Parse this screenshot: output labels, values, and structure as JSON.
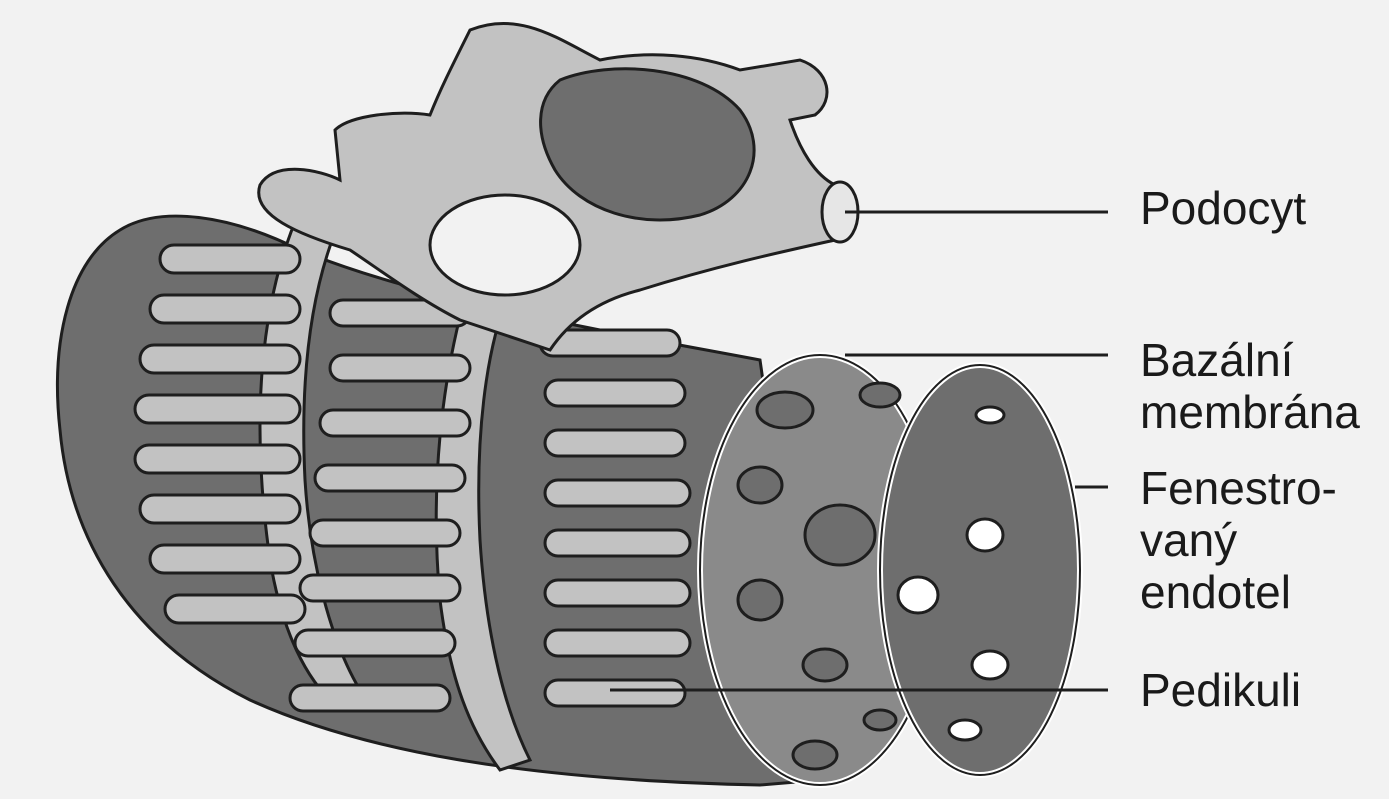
{
  "labels": {
    "podocyt": "Podocyt",
    "bazalni_line1": "Bazální",
    "bazalni_line2": "membrána",
    "fenestro_line1": "Fenestro-",
    "fenestro_line2": "vaný",
    "fenestro_line3": "endotel",
    "pedikuli": "Pedikuli"
  },
  "colors": {
    "background": "#f2f2f2",
    "light_gray": "#c2c2c2",
    "mid_gray": "#8a8a8a",
    "dark_gray": "#6e6e6e",
    "outline": "#1e1e1e"
  }
}
